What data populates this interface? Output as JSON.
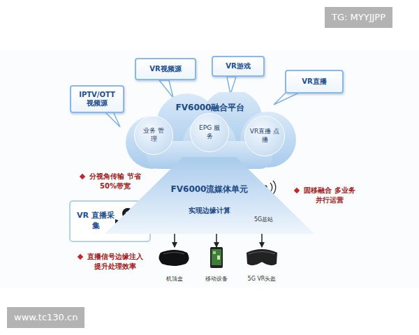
{
  "diagram": {
    "nodes": [
      {
        "text": [
          "IPTV/OTT 视频源"
        ]
      },
      {
        "text": [
          "VR视频源"
        ]
      },
      {
        "text": [
          "VR游戏"
        ]
      },
      {
        "text": [
          "VR直播"
        ]
      },
      {
        "text": [
          "FV6000融合平台"
        ]
      },
      {
        "text": [
          "业务 管理"
        ],
        "in": 4
      },
      {
        "text": [
          "EPG 服务"
        ],
        "in": 4
      },
      {
        "text": [
          "VR直播 点播"
        ],
        "in": 4
      },
      {
        "text": [
          "FV6000流媒体单元",
          "实现边缘计算"
        ]
      },
      {
        "text": [
          "VR 直播采集"
        ]
      },
      {
        "text": [
          "机顶盒"
        ]
      },
      {
        "text": [
          "移动设备"
        ]
      },
      {
        "text": [
          "5G VR头盔"
        ]
      }
    ],
    "edges": [
      {
        "from": 8,
        "to": 10,
        "arrow": "to"
      },
      {
        "from": 8,
        "to": 11,
        "arrow": "to"
      },
      {
        "from": 8,
        "to": 12,
        "arrow": "to"
      }
    ],
    "labels": [
      "TG: MYYJJPP",
      "www.tc130.cn",
      "分视角传输 节省50%带宽",
      "固移融合 多业务并行运营",
      "直播信号边缘注入 提升处理效率",
      "5G基站"
    ]
  }
}
